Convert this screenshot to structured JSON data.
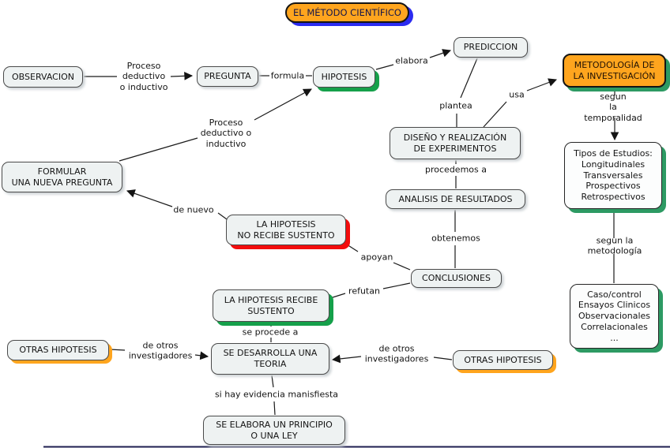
{
  "title": "EL MÉTODO CIENTÍFICO",
  "palette": {
    "background": "#ffffff",
    "node_fill": "#eef2f2",
    "node_border": "#4a4a4a",
    "accent_orange": "#ffa51e",
    "shadow_blue": "#2b2bf0",
    "shadow_green": "#2d9a63",
    "shadow_red": "#f30d0d",
    "shadow_orange": "#ffa51e",
    "line_color": "#1a1a1a"
  },
  "nodes": [
    {
      "id": "titulo",
      "label": "EL MÉTODO CIENTÍFICO"
    },
    {
      "id": "observacion",
      "label": "OBSERVACION"
    },
    {
      "id": "pregunta",
      "label": "PREGUNTA"
    },
    {
      "id": "hipotesis",
      "label": "HIPOTESIS"
    },
    {
      "id": "prediccion",
      "label": "PREDICCION"
    },
    {
      "id": "metodologia",
      "label": "METODOLOGÍA DE\nLA INVESTIGACIÓN"
    },
    {
      "id": "diseno",
      "label": "DISEÑO Y REALIZACIÓN\nDE EXPERIMENTOS"
    },
    {
      "id": "tipos_estudios",
      "label": "Tipos de Estudios:\nLongitudinales\nTransversales\nProspectivos\nRetrospectivos"
    },
    {
      "id": "analisis",
      "label": "ANALISIS DE RESULTADOS"
    },
    {
      "id": "no_recibe_sustento",
      "label": "LA HIPOTESIS\nNO RECIBE SUSTENTO"
    },
    {
      "id": "conclusiones",
      "label": "CONCLUSIONES"
    },
    {
      "id": "tipos_metodologia",
      "label": "Caso/control\nEnsayos Clinicos\nObservacionales\nCorrelacionales\n..."
    },
    {
      "id": "recibe_sustento",
      "label": "LA HIPOTESIS RECIBE\nSUSTENTO"
    },
    {
      "id": "otras_hipotesis_izq",
      "label": "OTRAS HIPOTESIS"
    },
    {
      "id": "desarrolla_teoria",
      "label": "SE DESARROLLA UNA\nTEORIA"
    },
    {
      "id": "otras_hipotesis_der",
      "label": "OTRAS HIPOTESIS"
    },
    {
      "id": "principio_ley",
      "label": "SE ELABORA UN PRINCIPIO\nO UNA LEY"
    },
    {
      "id": "formular_pregunta",
      "label": "FORMULAR\nUNA NUEVA PREGUNTA"
    }
  ],
  "labels": [
    {
      "text": "Proceso\ndeductivo\no inductivo"
    },
    {
      "text": "formula"
    },
    {
      "text": "elabora"
    },
    {
      "text": "plantea"
    },
    {
      "text": "usa"
    },
    {
      "text": "segun\nla temporalidad"
    },
    {
      "text": "Proceso\ndeductivo o\ninductivo"
    },
    {
      "text": "procedemos a"
    },
    {
      "text": "obtenemos"
    },
    {
      "text": "de nuevo"
    },
    {
      "text": "apoyan"
    },
    {
      "text": "refutan"
    },
    {
      "text": "segun la metodología"
    },
    {
      "text": "se procede a"
    },
    {
      "text": "de otros\ninvestigadores"
    },
    {
      "text": "de otros\ninvestigadores"
    },
    {
      "text": "si hay evidencia manisfiesta"
    }
  ],
  "edges": [
    {
      "from": "observacion",
      "to": "pregunta",
      "label": "Proceso deductivo o inductivo",
      "arrow": true
    },
    {
      "from": "pregunta",
      "to": "hipotesis",
      "label": "formula",
      "arrow": false
    },
    {
      "from": "formular_pregunta",
      "to": "hipotesis",
      "label": "Proceso deductivo o inductivo",
      "arrow": true
    },
    {
      "from": "hipotesis",
      "to": "prediccion",
      "label": "elabora",
      "arrow": true
    },
    {
      "from": "prediccion",
      "to": "diseno",
      "label": "plantea",
      "arrow": false
    },
    {
      "from": "diseno",
      "to": "metodologia",
      "label": "usa",
      "arrow": true
    },
    {
      "from": "metodologia",
      "to": "tipos_estudios",
      "label": "segun la temporalidad",
      "arrow": true
    },
    {
      "from": "tipos_estudios",
      "to": "tipos_metodologia",
      "label": "segun la metodología",
      "arrow": false
    },
    {
      "from": "diseno",
      "to": "analisis",
      "label": "procedemos a",
      "arrow": false
    },
    {
      "from": "analisis",
      "to": "conclusiones",
      "label": "obtenemos",
      "arrow": false
    },
    {
      "from": "conclusiones",
      "to": "no_recibe_sustento",
      "label": "apoyan",
      "arrow": false
    },
    {
      "from": "conclusiones",
      "to": "recibe_sustento",
      "label": "refutan",
      "arrow": false
    },
    {
      "from": "no_recibe_sustento",
      "to": "formular_pregunta",
      "label": "de nuevo",
      "arrow": true
    },
    {
      "from": "recibe_sustento",
      "to": "desarrolla_teoria",
      "label": "se procede a",
      "arrow": false
    },
    {
      "from": "otras_hipotesis_izq",
      "to": "desarrolla_teoria",
      "label": "de otros investigadores",
      "arrow": true
    },
    {
      "from": "otras_hipotesis_der",
      "to": "desarrolla_teoria",
      "label": "de otros investigadores",
      "arrow": true
    },
    {
      "from": "desarrolla_teoria",
      "to": "principio_ley",
      "label": "si hay evidencia manisfiesta",
      "arrow": false
    }
  ]
}
